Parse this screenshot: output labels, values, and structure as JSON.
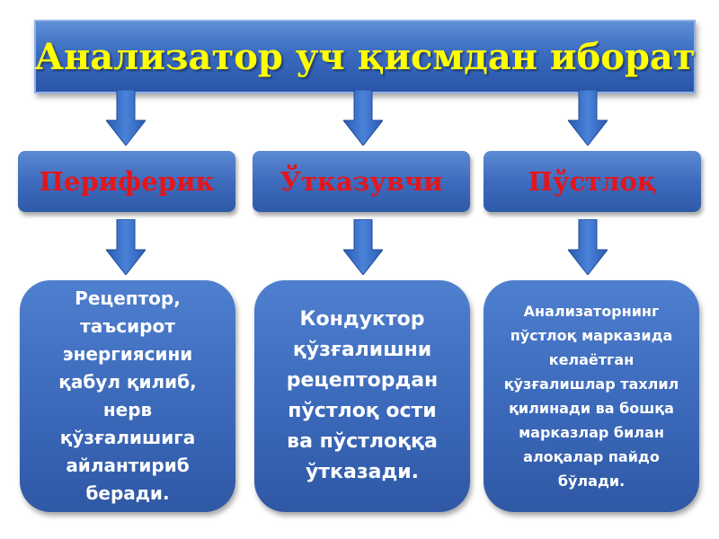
{
  "title": "Анализатор уч қисмдан иборат",
  "columns": [
    {
      "label": "Периферик",
      "description": "Рецептор,\nтаъсирот\nэнергиясини\nқабул қилиб,\nнерв\nқўзғалишига\nайлантириб\nберади."
    },
    {
      "label": "Ўтказувчи",
      "description": "Кондуктор\nқўзғалишни\nрецептордан\nпўстлоқ ости\nва пўстлоққа\nўтказади."
    },
    {
      "label": "Пўстлоқ",
      "description": "Анализаторнинг\nпўстлоқ марказида\nкелаётган\nқўзғалишлар тахлил\nқилинади ва бошқа\nмарказлар билан\nалоқалар пайдо\nбўлади."
    }
  ],
  "colors": {
    "title_text": "#ffff00",
    "label_text": "#e3161b",
    "box_fill": "#3e6bbd",
    "description_text": "#ffffff"
  }
}
